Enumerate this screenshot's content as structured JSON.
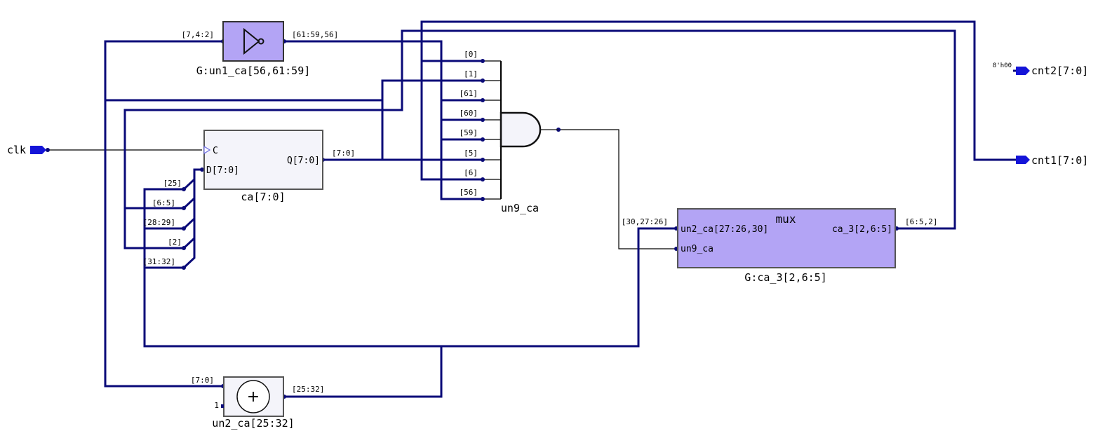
{
  "ports": {
    "clk": "clk",
    "cnt1": "cnt1[7:0]",
    "cnt2": "cnt2[7:0]",
    "cnt2_const": "8'h00"
  },
  "cells": {
    "inv": {
      "name": "G:un1_ca[56,61:59]",
      "in_label": "[7,4:2]",
      "out_label": "[61:59,56]"
    },
    "reg": {
      "name": "ca[7:0]",
      "pin_c": "C",
      "pin_d": "D[7:0]",
      "pin_q": "Q[7:0]",
      "q_label": "[7:0]"
    },
    "and": {
      "name": "un9_ca",
      "inputs": [
        "[0]",
        "[1]",
        "[61]",
        "[60]",
        "[59]",
        "[5]",
        "[6]",
        "[56]"
      ]
    },
    "mux": {
      "title": "mux",
      "name": "G:ca_3[2,6:5]",
      "pin_a": "un2_ca[27:26,30]",
      "pin_sel": "un9_ca",
      "pin_out": "ca_3[2,6:5]",
      "in_label": "[30,27:26]",
      "out_label": "[6:5,2]"
    },
    "adder": {
      "name": "un2_ca[25:32]",
      "in_label": "[7:0]",
      "const": "1",
      "out_label": "[25:32]",
      "symbol": "+"
    }
  },
  "d_bus_labels": [
    "[25]",
    "[6:5]",
    "[28:29]",
    "[2]",
    "[31:32]"
  ]
}
